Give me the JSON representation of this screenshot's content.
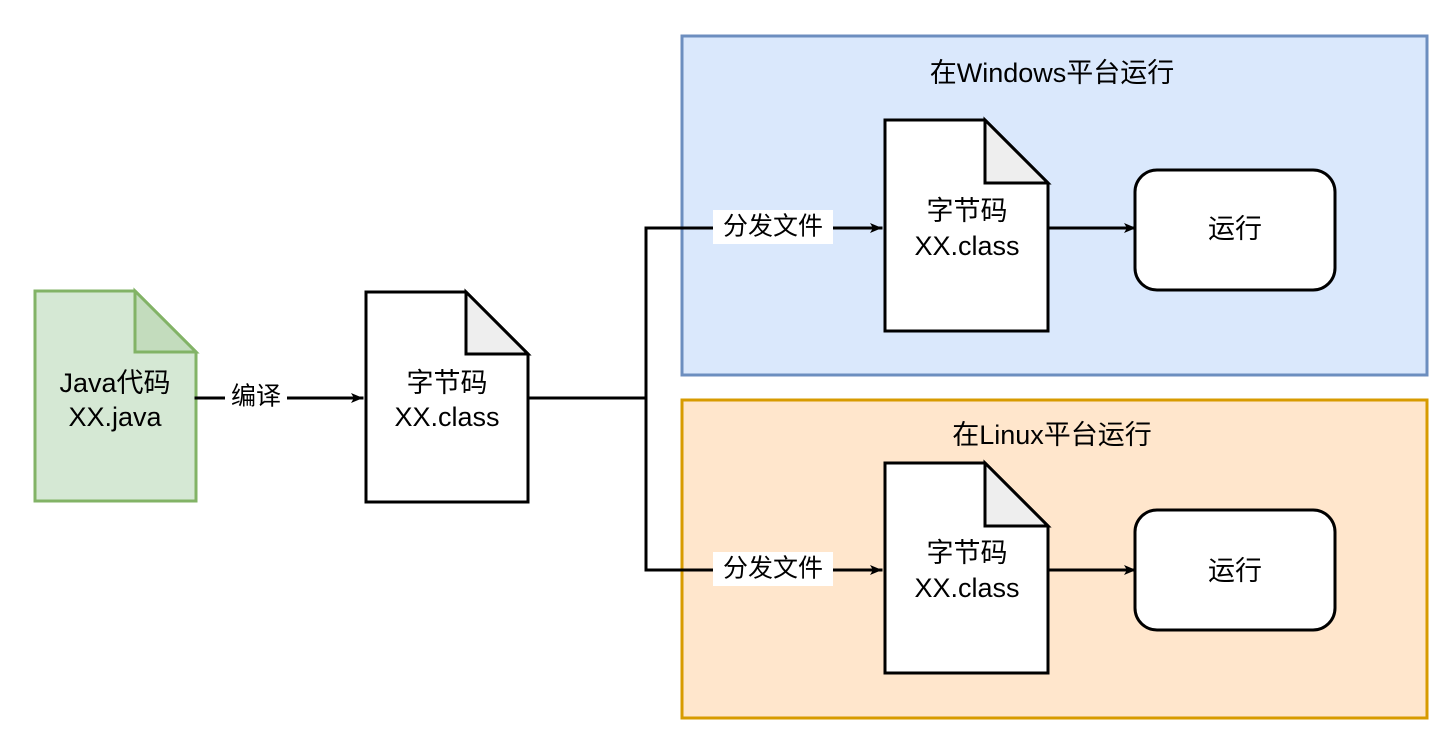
{
  "diagram": {
    "title_semantic": "java-compile-and-run-cross-platform-flow",
    "background_color": "#ffffff"
  },
  "colors": {
    "green_fill": "#d5e8d4",
    "green_stroke": "#82b366",
    "green_fold": "#c3dcbd",
    "white_fill": "#ffffff",
    "black_stroke": "#000000",
    "fold_fill": "#eeeeee",
    "blue_panel_fill": "#dae8fc",
    "blue_panel_stroke": "#6c8ebf",
    "orange_panel_fill": "#ffe6cc",
    "orange_panel_stroke": "#d79b00"
  },
  "source": {
    "label_line1": "Java代码",
    "label_line2": "XX.java",
    "shape": "document"
  },
  "compile_edge": {
    "label": "编译"
  },
  "bytecode": {
    "label_line1": "字节码",
    "label_line2": "XX.class",
    "shape": "document"
  },
  "panels": [
    {
      "id": "windows",
      "title": "在Windows平台运行",
      "distribute_label": "分发文件",
      "bytecode": {
        "label_line1": "字节码",
        "label_line2": "XX.class",
        "shape": "document"
      },
      "run": {
        "label": "运行",
        "shape": "rounded-rect"
      }
    },
    {
      "id": "linux",
      "title": "在Linux平台运行",
      "distribute_label": "分发文件",
      "bytecode": {
        "label_line1": "字节码",
        "label_line2": "XX.class",
        "shape": "document"
      },
      "run": {
        "label": "运行",
        "shape": "rounded-rect"
      }
    }
  ]
}
